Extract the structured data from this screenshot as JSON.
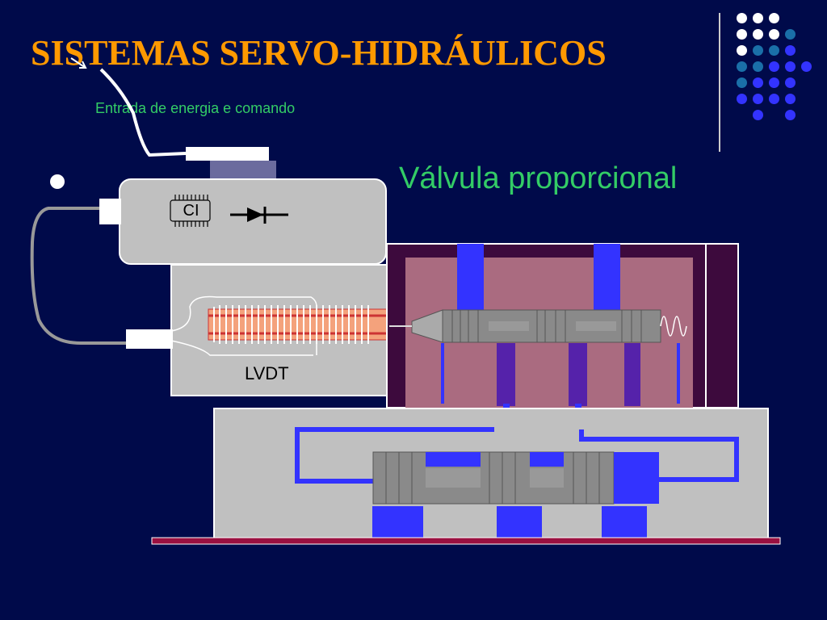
{
  "slide": {
    "title": "SISTEMAS SERVO-HIDRÁULICOS",
    "input_label": "Entrada de energia e comando",
    "valve_label": "Válvula proporcional",
    "ci_label": "CI",
    "lvdt_label": "LVDT"
  },
  "colors": {
    "background": "#000a4a",
    "title": "#ff9900",
    "label_green": "#33cc66",
    "hydraulic_blue": "#3333ff",
    "housing_gray": "#c0c0c0",
    "chamber_pink": "#aa6b80",
    "frame_purple": "#3d0a3d"
  },
  "icons": {
    "ci_chip": "integrated-circuit-icon",
    "diode": "diode-icon",
    "check_valve": "check-valve-icon"
  },
  "decor_dot_colors": [
    [
      "#ffffff",
      "#ffffff",
      "#ffffff",
      null
    ],
    [
      "#ffffff",
      "#ffffff",
      "#ffffff",
      "#1a6fa8"
    ],
    [
      "#ffffff",
      "#1a6fa8",
      "#1a6fa8",
      "#3333ff"
    ],
    [
      "#1a6fa8",
      "#1a6fa8",
      "#3333ff",
      "#3333ff",
      "#3333ff"
    ],
    [
      "#1a6fa8",
      "#3333ff",
      "#3333ff",
      "#3333ff"
    ],
    [
      "#3333ff",
      "#3333ff",
      "#3333ff",
      "#3333ff"
    ],
    [
      null,
      "#3333ff",
      null,
      "#3333ff"
    ]
  ]
}
